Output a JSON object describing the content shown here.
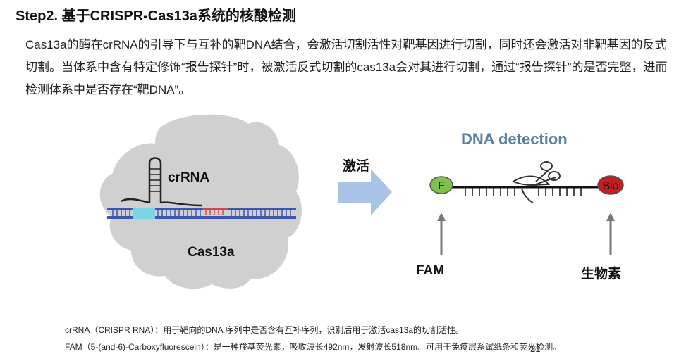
{
  "heading": "Step2. 基于CRISPR-Cas13a系统的核酸检测",
  "paragraph": "Cas13a的酶在crRNA的引导下与互补的靶DNA结合，会激活切割活性对靶基因进行切割，同时还会激活对非靶基因的反式切割。当体系中含有特定修饰“报告探针”时，被激活反式切割的cas13a会对其进行切割，通过“报告探针”的是否完整，进而检测体系中是否存在“靶DNA”。",
  "diagram": {
    "crrna_label": "crRNA",
    "cas_label": "Cas13a",
    "activate_label": "激活",
    "detection_title": "DNA detection",
    "f_label": "F",
    "bio_label": "Bio",
    "fam_label": "FAM",
    "biotin_label": "生物素"
  },
  "footnotes": [
    "crRNA（CRISPR RNA）：用于靶向的DNA 序列中是否含有互补序列，识别后用于激活cas13a的切割活性。",
    "FAM（5-(and-6)-Carboxyfluorescein）：是一种羧基荧光素，吸收波长492nm，发射波长518nm。可用于免疫层系试纸条和荧光检测。"
  ],
  "page_number": "21",
  "colors": {
    "detection_title": "#5a7fa6",
    "fam_circle": "#7fc24a",
    "bio_circle": "#c41e1e",
    "arrow": "#a9c3e6",
    "dna_strand": "#3b56b5"
  }
}
